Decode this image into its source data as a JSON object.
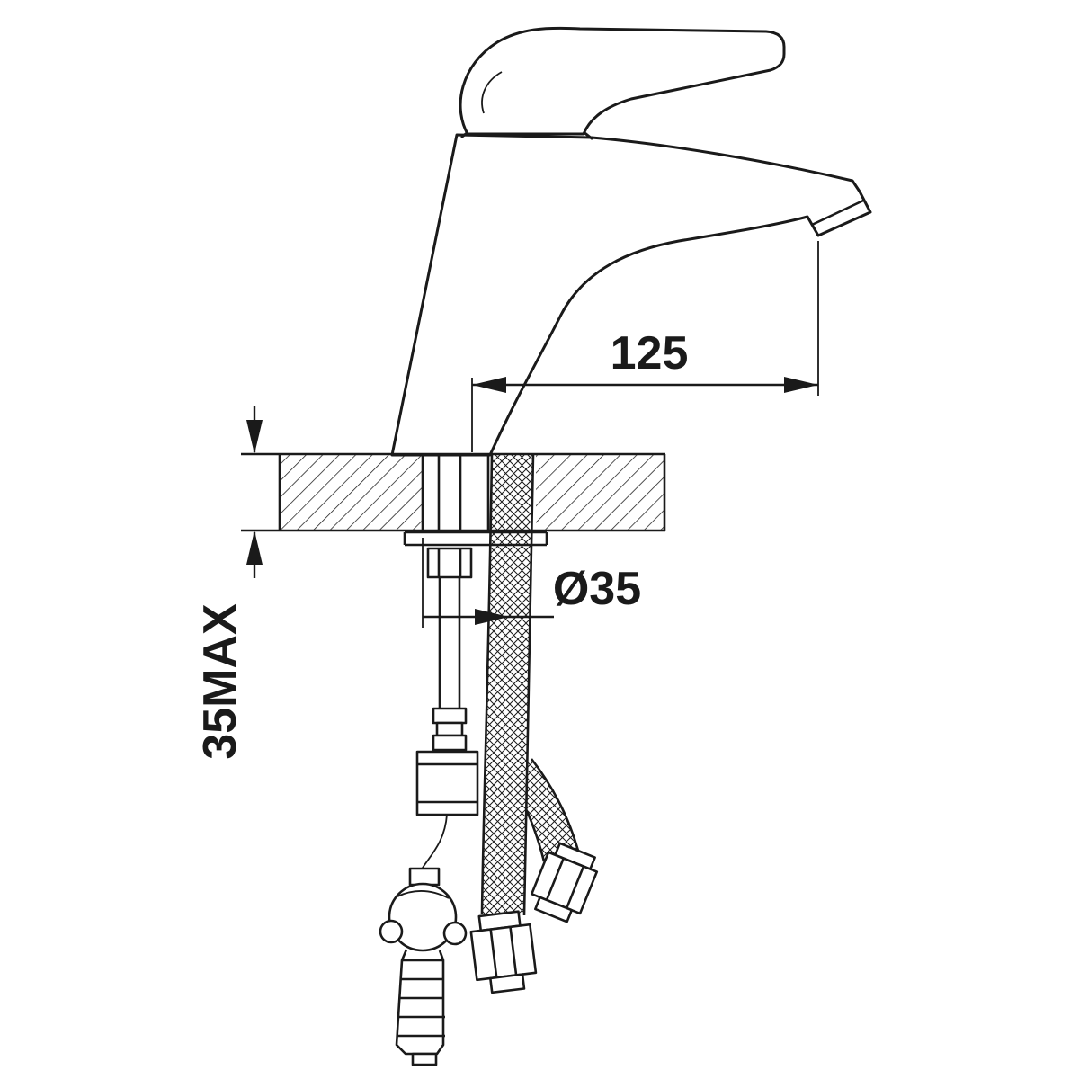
{
  "drawing": {
    "kind": "faucet-installation-technical-drawing"
  },
  "dimensions": {
    "spout_reach_label": "125",
    "hole_diameter_label": "Ø35",
    "max_deck_thickness_label": "35MAX"
  },
  "colors": {
    "line": "#1a1a1a",
    "background": "#ffffff"
  }
}
